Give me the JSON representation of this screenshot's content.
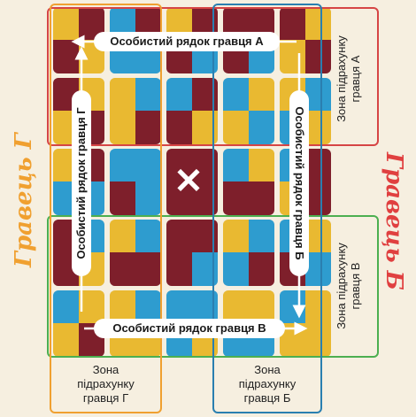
{
  "center_mark": "✕",
  "rows": {
    "A": "Особистий рядок гравця А",
    "B": "Особистий рядок гравця Б",
    "V": "Особистий рядок гравця В",
    "G": "Особистий рядок гравця Г"
  },
  "zones": {
    "A": "Зона підрахунку\nгравця А",
    "V": "Зона підрахунку\nгравця В",
    "G": {
      "l1": "Зона",
      "l2": "підрахунку",
      "l3": "гравця Г"
    },
    "B": {
      "l1": "Зона",
      "l2": "підрахунку",
      "l3": "гравця Б"
    }
  },
  "players": {
    "left": "Гравець Г",
    "right": "Гравець Б"
  },
  "colors": {
    "zoneA": "#d64545",
    "zoneV": "#4caf50",
    "zoneG": "#f0a030",
    "zoneB": "#2a7fb0",
    "playerText": "#f0a030",
    "playerTextRight": "#e04040"
  }
}
